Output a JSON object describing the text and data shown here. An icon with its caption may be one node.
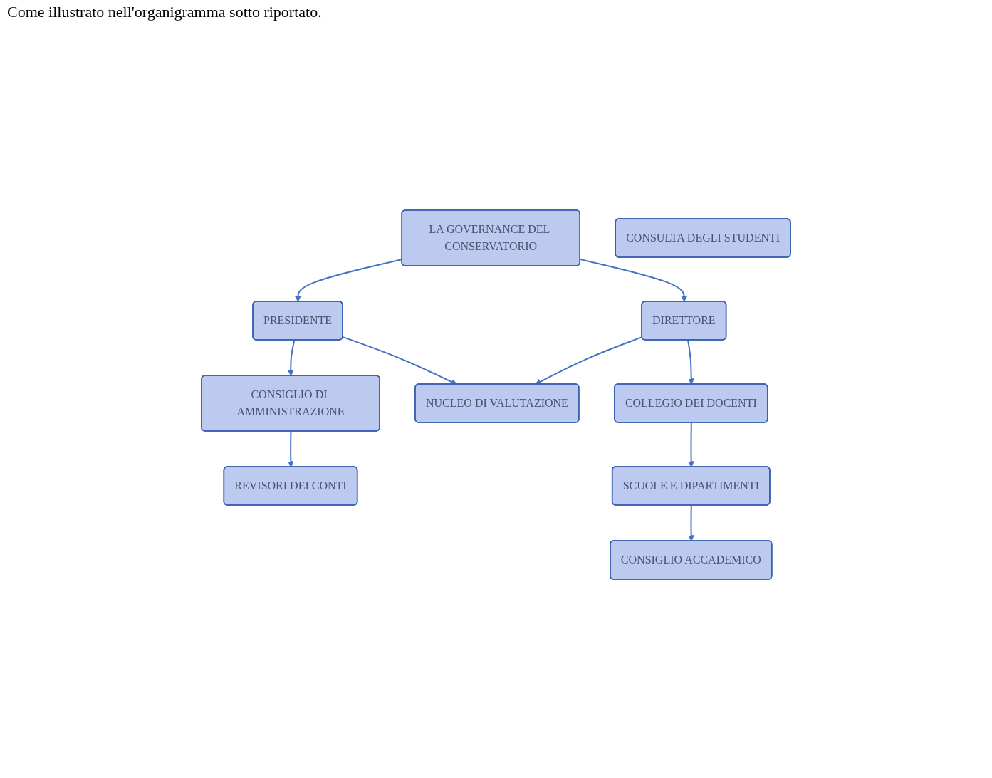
{
  "diagram": {
    "nodes": [
      {
        "text": [
          "LA GOVERNANCE DEL CONSERVATORIO"
        ]
      },
      {
        "text": [
          "PRESIDENTE"
        ]
      },
      {
        "text": [
          "DIRETTORE"
        ]
      },
      {
        "text": [
          "NUCLEO DI VALUTAZIONE"
        ]
      },
      {
        "text": [
          "COLLEGIO DEI DOCENTI"
        ]
      },
      {
        "text": [
          "CONSIGLIO DI AMMINISTRAZIONE"
        ]
      },
      {
        "text": [
          "SCUOLE E DIPARTIMENTI"
        ]
      },
      {
        "text": [
          "REVISORI DEI CONTI"
        ]
      },
      {
        "text": [
          "CONSULTA DEGLI STUDENTI"
        ]
      },
      {
        "text": [
          "CONSIGLIO ACCADEMICO"
        ]
      }
    ],
    "edges": [
      {
        "from": 0,
        "to": 1,
        "arrow": "to"
      },
      {
        "from": 0,
        "to": 2,
        "arrow": "to"
      },
      {
        "from": 1,
        "to": 3,
        "arrow": "to"
      },
      {
        "from": 2,
        "to": 3,
        "arrow": "to"
      },
      {
        "from": 1,
        "to": 5,
        "arrow": "to"
      },
      {
        "from": 2,
        "to": 4,
        "arrow": "to"
      },
      {
        "from": 5,
        "to": 7,
        "arrow": "to"
      },
      {
        "from": 4,
        "to": 6,
        "arrow": "to"
      },
      {
        "from": 6,
        "to": 9,
        "arrow": "to"
      }
    ],
    "labels": [
      "Come illustrato nell'organigramma sotto riportato."
    ]
  }
}
